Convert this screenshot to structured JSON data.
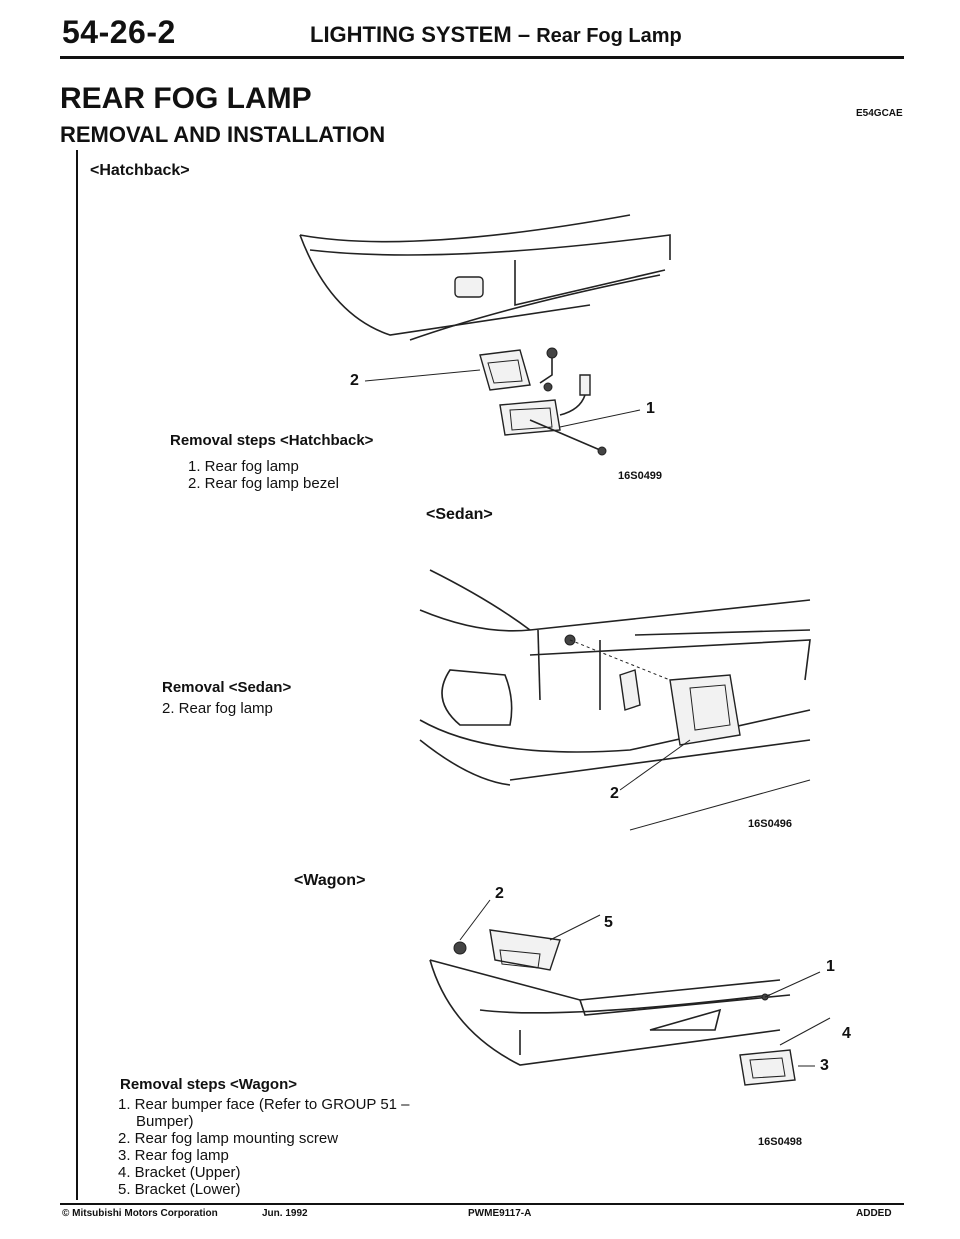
{
  "header": {
    "page_number": "54-26-2",
    "section": "LIGHTING SYSTEM",
    "separator": "–",
    "subsection": "Rear Fog Lamp"
  },
  "title": "REAR FOG LAMP",
  "code": "E54GCAE",
  "subtitle": "REMOVAL AND INSTALLATION",
  "hatchback": {
    "label": "<Hatchback>",
    "steps_title": "Removal steps <Hatchback>",
    "steps": [
      "1. Rear fog lamp",
      "2. Rear fog lamp bezel"
    ],
    "callouts": [
      "2",
      "1"
    ],
    "figure_code": "16S0499"
  },
  "sedan": {
    "label": "<Sedan>",
    "steps_title": "Removal <Sedan>",
    "steps": [
      "2. Rear fog lamp"
    ],
    "callouts": [
      "2"
    ],
    "figure_code": "16S0496"
  },
  "wagon": {
    "label": "<Wagon>",
    "steps_title": "Removal steps <Wagon>",
    "steps": [
      "1. Rear bumper face (Refer to GROUP 51 –",
      "Bumper)",
      "2. Rear fog lamp mounting screw",
      "3. Rear fog lamp",
      "4. Bracket (Upper)",
      "5. Bracket (Lower)"
    ],
    "callouts": [
      "2",
      "5",
      "1",
      "4",
      "3"
    ],
    "figure_code": "16S0498"
  },
  "footer": {
    "copyright": "© Mitsubishi Motors Corporation",
    "date": "Jun. 1992",
    "doc_code": "PWME9117-A",
    "status": "ADDED"
  }
}
